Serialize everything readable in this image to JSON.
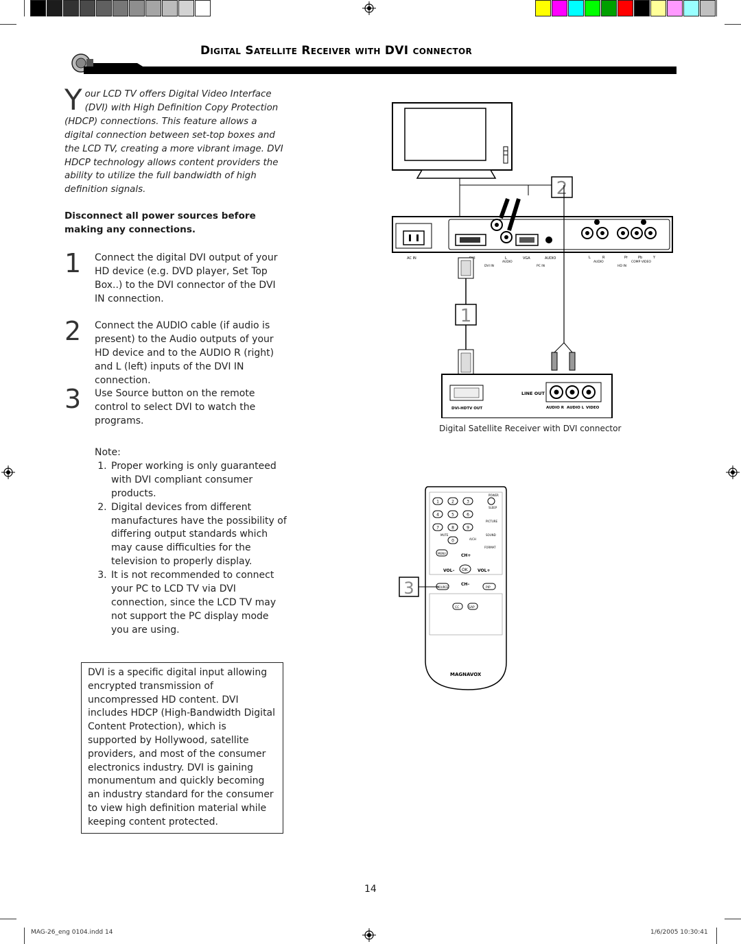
{
  "header": {
    "title": "Digital Satellite Receiver with DVI connector"
  },
  "intro": {
    "dropcap": "Y",
    "text": "our LCD TV offers Digital Video Interface (DVI) with High Definition Copy Protection (HDCP) connections. This feature allows a digital connection between set-top boxes and the LCD TV, creating a more vibrant image. DVI HDCP technology allows content providers the ability to utilize the full bandwidth of high definition signals."
  },
  "warning": "Disconnect all power sources before making any connections.",
  "steps": [
    {
      "num": "1",
      "text": "Connect the digital DVI output of your HD device (e.g. DVD player, Set Top Box..) to the DVI connector of the DVI IN connection."
    },
    {
      "num": "2",
      "text": "Connect the AUDIO cable (if audio is present) to the Audio outputs of your HD device and to the AUDIO R (right) and L (left) inputs of the DVI IN connection."
    },
    {
      "num": "3",
      "text": "Use Source button on the remote control to select DVI to watch the programs."
    }
  ],
  "note": {
    "label": "Note:",
    "items": [
      "Proper working is only guaranteed with DVI compliant consumer products.",
      "Digital devices from different manufactures have the possibility of differing output standards which may cause difficulties for the television to properly display.",
      "It is not recommended to connect your PC to LCD TV via DVI connection, since the LCD TV may not support the PC display mode you are using."
    ]
  },
  "infobox": "DVI is a specific digital input allowing encrypted transmission of uncompressed HD content. DVI includes HDCP (High-Bandwidth Digital Content Protection), which is supported by Hollywood, satellite providers, and most of the consumer electronics industry. DVI is gaining monumentum and quickly becoming an industry standard for the consumer to view high definition material while keeping content protected.",
  "diagram": {
    "caption": "Digital Satellite Receiver with DVI connector",
    "callouts": [
      "2",
      "1",
      "3"
    ],
    "tv_panel_labels": {
      "ac_in": "AC IN",
      "dvi": "DVI",
      "audio": "AUDIO",
      "dvi_in": "DVI IN",
      "l": "L",
      "vga": "VGA",
      "pc_in": "PC IN",
      "audio2": "AUDIO",
      "comp_l": "L",
      "comp_r": "R",
      "pr": "Pr",
      "pb": "Pb",
      "y": "Y",
      "comp_audio": "AUDIO",
      "comp_video": "COMP VIDEO",
      "hd_in": "HD IN"
    },
    "receiver_labels": {
      "line_out": "LINE OUT",
      "dvi_hdtv_out": "DVI-HDTV OUT",
      "audio_r": "AUDIO R",
      "audio_l": "AUDIO L",
      "video": "VIDEO"
    },
    "remote": {
      "brand": "MAGNAVOX",
      "labels": {
        "power": "POWER",
        "sleep": "SLEEP",
        "picture": "PICTURE",
        "mute": "MUTE",
        "sound": "SOUND",
        "format": "FORMAT",
        "menu": "MENU",
        "ch_up": "CH+",
        "ch_down": "CH–",
        "vol_down": "VOL–",
        "vol_up": "VOL+",
        "ok": "OK",
        "source": "SOURCE",
        "pip": "PIP",
        "cc": "CC",
        "sap": "SAP",
        "a_ch": "A/CH"
      },
      "digits": [
        "1",
        "2",
        "3",
        "4",
        "5",
        "6",
        "7",
        "8",
        "9",
        "0"
      ]
    }
  },
  "page_number": "14",
  "footer": {
    "file": "MAG-26_eng 0104.indd   14",
    "date": "1/6/2005   10:30:41"
  },
  "colors": {
    "calibration_gray": [
      "#000000",
      "#1c1c1c",
      "#333333",
      "#4a4a4a",
      "#606060",
      "#777777",
      "#8e8e8e",
      "#a5a5a5",
      "#bcbcbc",
      "#d3d3d3",
      "#ffffff"
    ],
    "calibration_color": [
      "#ffff00",
      "#ff00ff",
      "#00ffff",
      "#00ff00",
      "#00a000",
      "#ff0000",
      "#000000",
      "#ffff99",
      "#ff99ff",
      "#99ffff",
      "#c0c0c0"
    ]
  }
}
